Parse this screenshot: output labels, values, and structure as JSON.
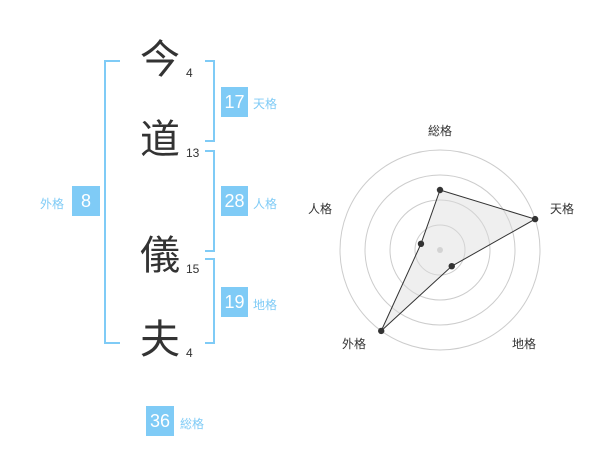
{
  "name": {
    "characters": [
      {
        "char": "今",
        "strokes": "4"
      },
      {
        "char": "道",
        "strokes": "13"
      },
      {
        "char": "儀",
        "strokes": "15"
      },
      {
        "char": "夫",
        "strokes": "4"
      }
    ]
  },
  "fortunes": {
    "tenkaku": {
      "value": "17",
      "label": "天格"
    },
    "jinkaku": {
      "value": "28",
      "label": "人格"
    },
    "chikaku": {
      "value": "19",
      "label": "地格"
    },
    "gaikaku": {
      "value": "8",
      "label": "外格"
    },
    "soukaku": {
      "value": "36",
      "label": "総格"
    }
  },
  "colors": {
    "accent": "#7fcbf6",
    "text": "#333333",
    "grid": "#cccccc",
    "fill": "#eeeeee"
  },
  "chart_data": {
    "type": "radar",
    "axes": [
      "総格",
      "天格",
      "地格",
      "外格",
      "人格"
    ],
    "values": [
      3,
      5,
      1,
      5,
      1
    ],
    "rmax": 5,
    "rings": 4,
    "grid": true
  }
}
